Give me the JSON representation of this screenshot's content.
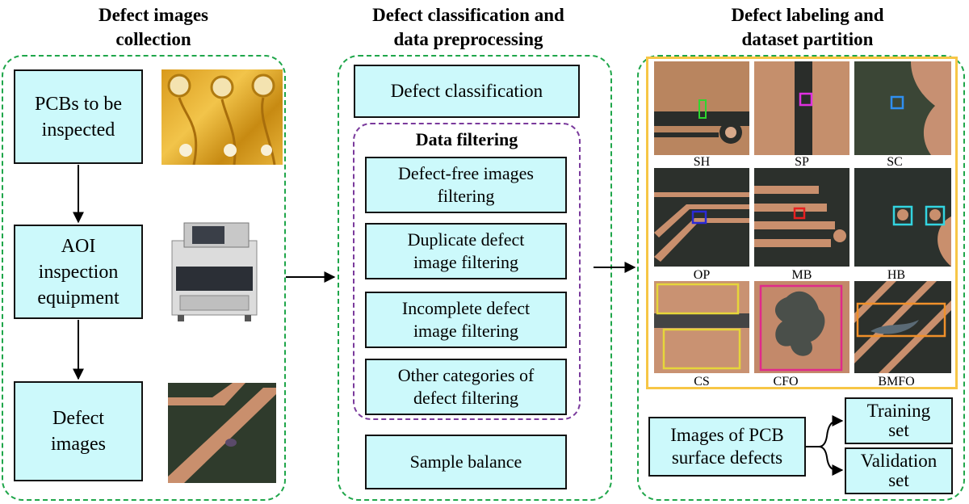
{
  "titles": {
    "col1": [
      "Defect images",
      "collection"
    ],
    "col2": [
      "Defect classification and",
      "data preprocessing"
    ],
    "col3": [
      "Defect labeling and",
      "dataset partition"
    ]
  },
  "col1": {
    "box_pcb": [
      "PCBs to be",
      "inspected"
    ],
    "box_aoi": [
      "AOI",
      "inspection",
      "equipment"
    ],
    "box_images": [
      "Defect",
      "images"
    ]
  },
  "col2": {
    "defect_classification": "Defect classification",
    "data_filtering": "Data filtering",
    "filter1": [
      "Defect-free images",
      "filtering"
    ],
    "filter2": [
      "Duplicate defect",
      "image filtering"
    ],
    "filter3": [
      "Incomplete defect",
      "image filtering"
    ],
    "filter4": [
      "Other categories of",
      "defect filtering"
    ],
    "sample_balance": "Sample balance"
  },
  "col3": {
    "defect_labels": [
      "SH",
      "SP",
      "SC",
      "OP",
      "MB",
      "HB",
      "CS",
      "CFO",
      "BMFO"
    ],
    "images_box": [
      "Images of PCB",
      "surface defects"
    ],
    "training": [
      "Training",
      "set"
    ],
    "validation": [
      "Validation",
      "set"
    ]
  },
  "colors": {
    "panel_border": "#1fa64a",
    "filter_border": "#7a3a9c",
    "box_fill": "#ccf9fb",
    "grid_border": "#f7c646"
  }
}
